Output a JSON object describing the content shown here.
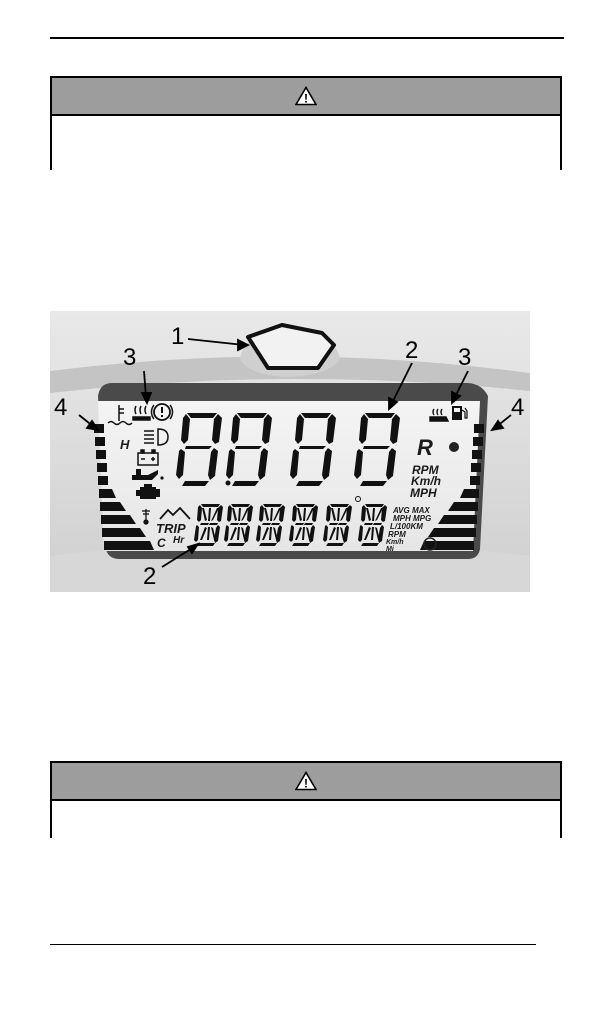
{
  "page": {
    "warning_top": {
      "symbol": "!",
      "icon": "warning-triangle-icon"
    },
    "warning_bottom": {
      "symbol": "!",
      "icon": "warning-triangle-icon"
    }
  },
  "figure": {
    "callouts": [
      "1",
      "2",
      "3",
      "3",
      "4",
      "4",
      "2"
    ],
    "display": {
      "main_digits": "8888",
      "gear": "R",
      "main_units": [
        "RPM",
        "Km/h",
        "MPH"
      ],
      "lower_units": [
        "AVG MAX",
        "MPH MPG",
        "L/100KM",
        "RPM",
        "Km/h",
        "Mi"
      ],
      "trip_label": "TRIP",
      "hr_label": "Hr",
      "hot_label": "H",
      "cold_label": "C"
    },
    "icons": [
      "coolant-temp-icon",
      "heated-grip-icon",
      "brake-warning-icon",
      "headlight-icon",
      "battery-icon",
      "oil-pressure-icon",
      "check-engine-icon",
      "ambient-temp-icon",
      "mountain-icon",
      "heated-seat-icon",
      "fuel-pump-icon",
      "neutral-indicator-icon"
    ]
  }
}
